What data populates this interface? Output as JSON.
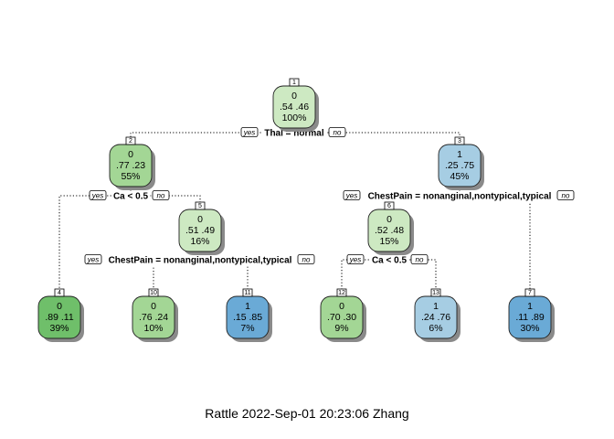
{
  "caption": "Rattle 2022-Sep-01 20:23:06 Zhang",
  "branch_labels": {
    "yes": "yes",
    "no": "no"
  },
  "colors": {
    "green_light": "#cde9c2",
    "green_mid": "#a3d695",
    "green_dark": "#6fbf6a",
    "blue_light": "#a6cde3",
    "blue_mid": "#6aaad6",
    "border": "#222222"
  },
  "nodes": [
    {
      "id": "1",
      "class": "0",
      "probs": ".54  .46",
      "pct": "100%",
      "color": "#cde9c2"
    },
    {
      "id": "2",
      "class": "0",
      "probs": ".77  .23",
      "pct": "55%",
      "color": "#a3d695"
    },
    {
      "id": "3",
      "class": "1",
      "probs": ".25  .75",
      "pct": "45%",
      "color": "#a6cde3"
    },
    {
      "id": "4",
      "class": "0",
      "probs": ".89  .11",
      "pct": "39%",
      "color": "#6fbf6a"
    },
    {
      "id": "5",
      "class": "0",
      "probs": ".51  .49",
      "pct": "16%",
      "color": "#cde9c2"
    },
    {
      "id": "6",
      "class": "0",
      "probs": ".52  .48",
      "pct": "15%",
      "color": "#cde9c2"
    },
    {
      "id": "7",
      "class": "1",
      "probs": ".11  .89",
      "pct": "30%",
      "color": "#6aaad6"
    },
    {
      "id": "10",
      "class": "0",
      "probs": ".76  .24",
      "pct": "10%",
      "color": "#a3d695"
    },
    {
      "id": "11",
      "class": "1",
      "probs": ".15  .85",
      "pct": "7%",
      "color": "#6aaad6"
    },
    {
      "id": "12",
      "class": "0",
      "probs": ".70  .30",
      "pct": "9%",
      "color": "#a3d695"
    },
    {
      "id": "13",
      "class": "1",
      "probs": ".24  .76",
      "pct": "6%",
      "color": "#a6cde3"
    }
  ],
  "splits": [
    {
      "node": "1",
      "rule": "Thal = normal"
    },
    {
      "node": "2",
      "rule": "Ca < 0.5"
    },
    {
      "node": "3",
      "rule": "ChestPain = nonanginal,nontypical,typical"
    },
    {
      "node": "5",
      "rule": "ChestPain = nonanginal,nontypical,typical"
    },
    {
      "node": "6",
      "rule": "Ca < 0.5"
    }
  ],
  "edges": [
    {
      "from": "1",
      "to": "2"
    },
    {
      "from": "1",
      "to": "3"
    },
    {
      "from": "2",
      "to": "4"
    },
    {
      "from": "2",
      "to": "5"
    },
    {
      "from": "3",
      "to": "6"
    },
    {
      "from": "3",
      "to": "7"
    },
    {
      "from": "5",
      "to": "10"
    },
    {
      "from": "5",
      "to": "11"
    },
    {
      "from": "6",
      "to": "12"
    },
    {
      "from": "6",
      "to": "13"
    }
  ]
}
